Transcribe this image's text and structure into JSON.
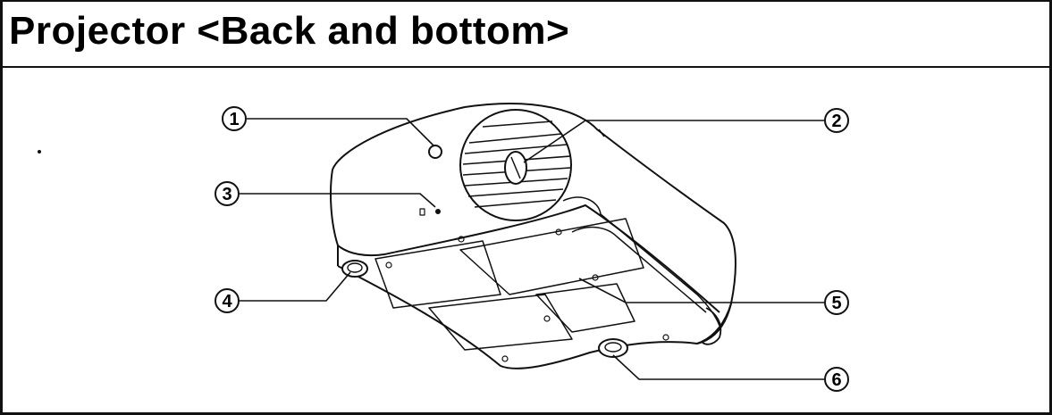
{
  "title": "Projector <Back and bottom>",
  "callouts": [
    {
      "id": "1",
      "label": "1"
    },
    {
      "id": "2",
      "label": "2"
    },
    {
      "id": "3",
      "label": "3"
    },
    {
      "id": "4",
      "label": "4"
    },
    {
      "id": "5",
      "label": "5"
    },
    {
      "id": "6",
      "label": "6"
    }
  ]
}
